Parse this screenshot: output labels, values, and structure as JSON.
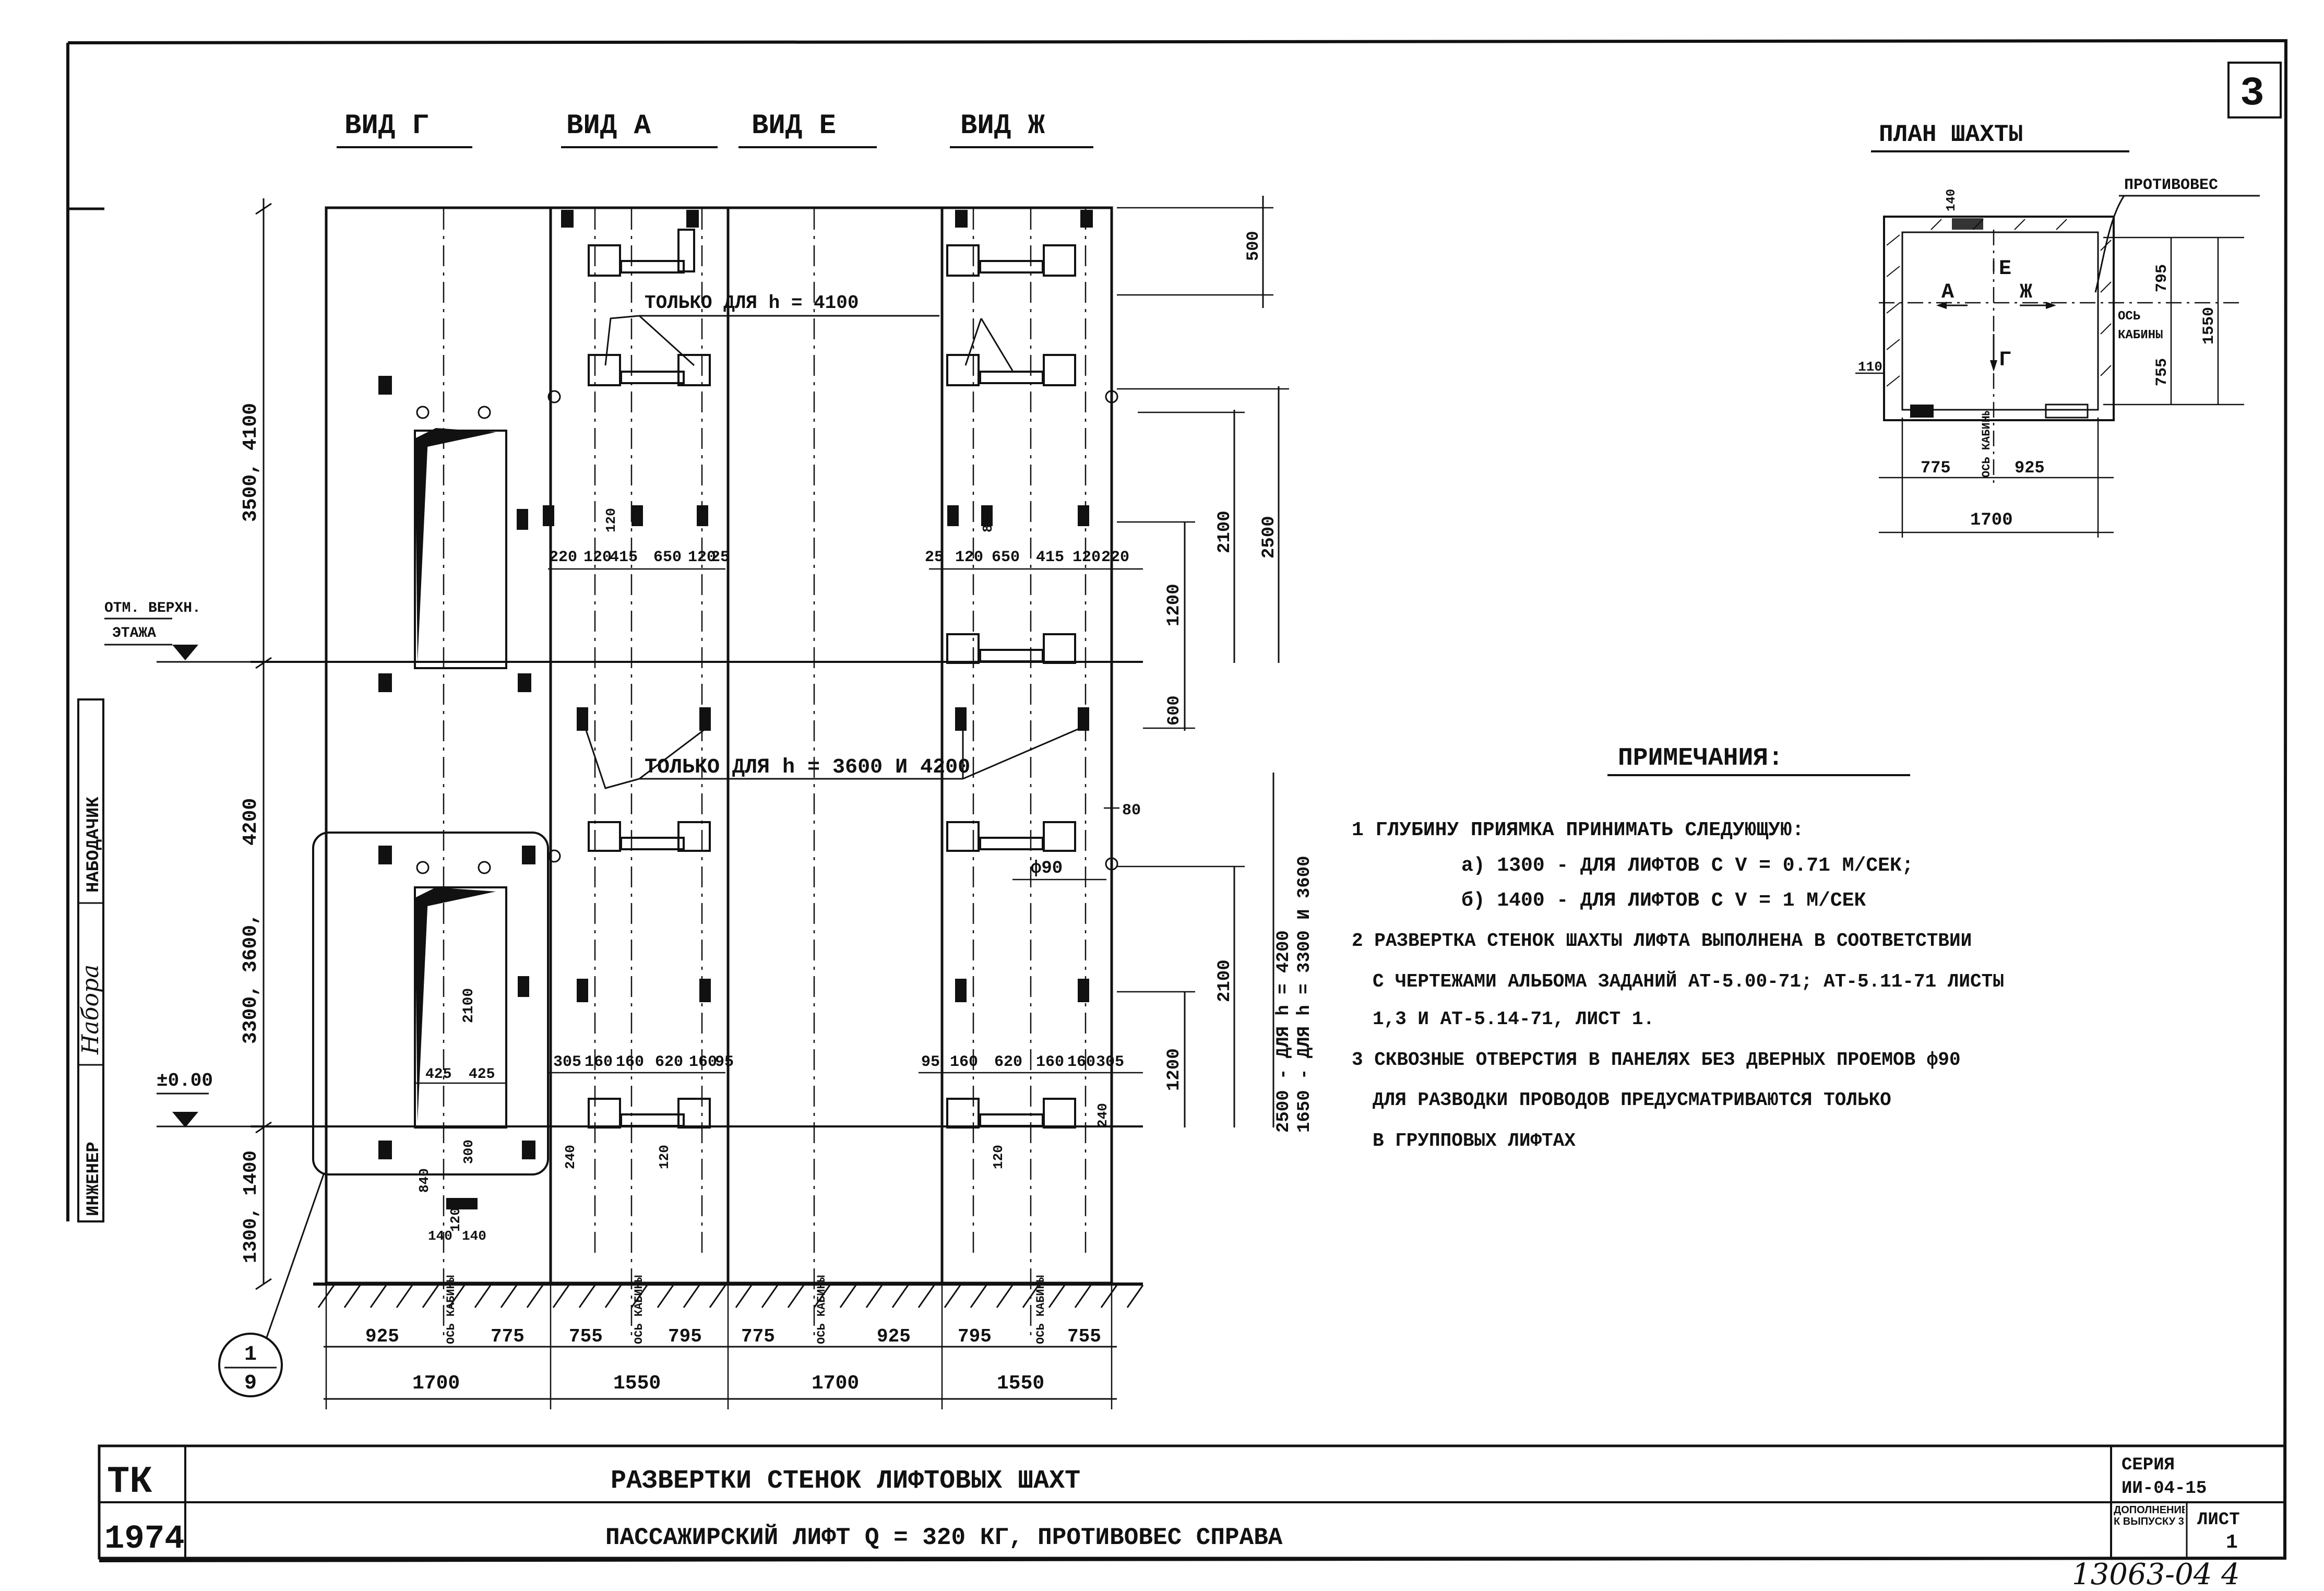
{
  "sheet_number": "3",
  "view_titles": {
    "g": "ВИД Г",
    "a": "ВИД А",
    "e": "ВИД Е",
    "zh": "ВИД Ж"
  },
  "plan": {
    "title": "ПЛАН ШАХТЫ",
    "counterweight": "ПРОТИВОВЕС",
    "labels": {
      "a": "А",
      "zh": "Ж",
      "e": "Е",
      "g": "Г"
    },
    "axis_cabin_right": "ОСЬ КАБИНЫ",
    "axis_cabin_bottom": "ОСЬ КАБИНЫ",
    "dims": {
      "top_thick": "140",
      "left_thick": "110",
      "d795": "795",
      "d755": "755",
      "d1550": "1550",
      "d775": "775",
      "d925": "925",
      "d1700": "1700"
    }
  },
  "elevation": {
    "left_dims": {
      "top": "3500, 4100",
      "middle": "4200",
      "lower": "3300, 3600,",
      "bottom": "1300, 1400"
    },
    "level_marks": {
      "top_floor": "ОТМ. ВЕРХН. ЭТАЖА",
      "zero": "±0.00"
    },
    "only_for_4100": "ТОЛЬКО ДЛЯ  h = 4100",
    "only_for_3600_4200": "ТОЛЬКО ДЛЯ h = 3600 И 4200",
    "right_dims": {
      "d500": "500",
      "d2100_top": "2100",
      "d2500": "2500",
      "d1200_top": "1200",
      "d600": "600",
      "d80": "80",
      "phi90": "ф90",
      "d2100_low": "2100",
      "d1200_low": "1200",
      "range1": "2500 - ДЛЯ h = 4200",
      "range2": "1650 - ДЛЯ h = 3300 И 3600"
    },
    "row_dims_upper_a": [
      "220",
      "120",
      "415",
      "650",
      "120",
      "25"
    ],
    "row_dims_upper_zh": [
      "25",
      "120",
      "650",
      "415",
      "120",
      "220"
    ],
    "row_dims_lower_a": [
      "305",
      "160",
      "160",
      "620",
      "160",
      "95"
    ],
    "row_dims_lower_zh": [
      "95",
      "160",
      "620",
      "160",
      "160",
      "305"
    ],
    "small_dims": [
      "425",
      "425",
      "2100",
      "240",
      "120",
      "120",
      "840",
      "120",
      "140",
      "140",
      "300",
      "240"
    ],
    "bottom_dims": [
      {
        "left": "925",
        "axis": "ОСЬ КАБИНЫ",
        "right": "775",
        "total": "1700"
      },
      {
        "left": "755",
        "axis": "ОСЬ КАБИНЫ",
        "right": "795",
        "total": "1550"
      },
      {
        "left": "775",
        "axis": "ОСЬ КАБИНЫ",
        "right": "925",
        "total": "1700"
      },
      {
        "left": "795",
        "axis": "ОСЬ КАБИНЫ",
        "right": "755",
        "total": "1550"
      }
    ],
    "callout": {
      "top": "1",
      "bottom": "9"
    }
  },
  "notes": {
    "title": "ПРИМЕЧАНИЯ:",
    "lines": [
      "1 ГЛУБИНУ ПРИЯМКА ПРИНИМАТЬ СЛЕДУЮЩУЮ:",
      "а) 1300 - ДЛЯ ЛИФТОВ  С V = 0.71 М/СЕК;",
      "б) 1400 - ДЛЯ ЛИФТОВ  С V = 1 М/СЕК",
      "2 РАЗВЕРТКА СТЕНОК ШАХТЫ ЛИФТА  ВЫПОЛНЕНА В СООТВЕТСТВИИ",
      "С ЧЕРТЕЖАМИ АЛЬБОМА ЗАДАНИЙ  АТ-5.00-71; АТ-5.11-71 ЛИСТЫ",
      "1,3 И АТ-5.14-71, ЛИСТ 1.",
      "3 СКВОЗНЫЕ ОТВЕРСТИЯ В ПАНЕЛЯХ БЕЗ ДВЕРНЫХ ПРОЕМОВ ф90",
      "ДЛЯ РАЗВОДКИ ПРОВОДОВ ПРЕДУСМАТРИВАЮТСЯ ТОЛЬКО",
      "В ГРУППОВЫХ ЛИФТАХ"
    ]
  },
  "left_margin": {
    "engineer": "ИНЖЕНЕР",
    "signature": "Набора",
    "checker": "НАБОДАЧИК"
  },
  "title_block": {
    "tk": "ТК",
    "year": "1974",
    "title1": "РАЗВЕРТКИ  СТЕНОК  ЛИФТОВЫХ  ШАХТ",
    "title2": "ПАССАЖИРСКИЙ  ЛИФТ  Q = 320 КГ,  ПРОТИВОВЕС  СПРАВА",
    "series_label": "СЕРИЯ",
    "series_value": "ИИ-04-15",
    "release_label": "ДОПОЛНЕНИЕ К ВЫПУСКУ 3",
    "sheet_label": "ЛИСТ",
    "sheet_value": "1",
    "stamp": "13063-04  4"
  }
}
